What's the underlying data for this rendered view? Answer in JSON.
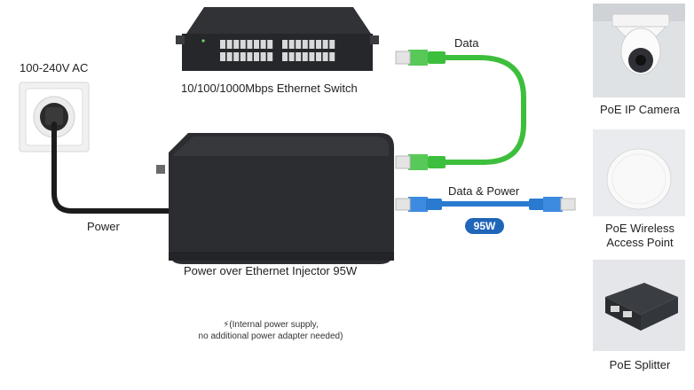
{
  "labels": {
    "power_input": "100-240V AC",
    "switch": "10/100/1000Mbps Ethernet Switch",
    "data": "Data",
    "data_power": "Data & Power",
    "wattage_badge": "95W",
    "power": "Power",
    "injector": "Power over Ethernet Injector 95W"
  },
  "note": {
    "line1": "(Internal power supply,",
    "line2": "no additional power adapter needed)"
  },
  "devices": [
    {
      "line1": "PoE IP Camera",
      "line2": ""
    },
    {
      "line1": "PoE Wireless",
      "line2": "Access Point"
    },
    {
      "line1": "PoE Splitter",
      "line2": ""
    }
  ],
  "colors": {
    "data_cable": "#3cbf3c",
    "poe_cable": "#2a7bd0",
    "badge": "#1f66b8",
    "device_body": "#2b2d30"
  },
  "icons": [
    "power-outlet-icon",
    "lightning-icon",
    "rj45-connector-icon"
  ]
}
